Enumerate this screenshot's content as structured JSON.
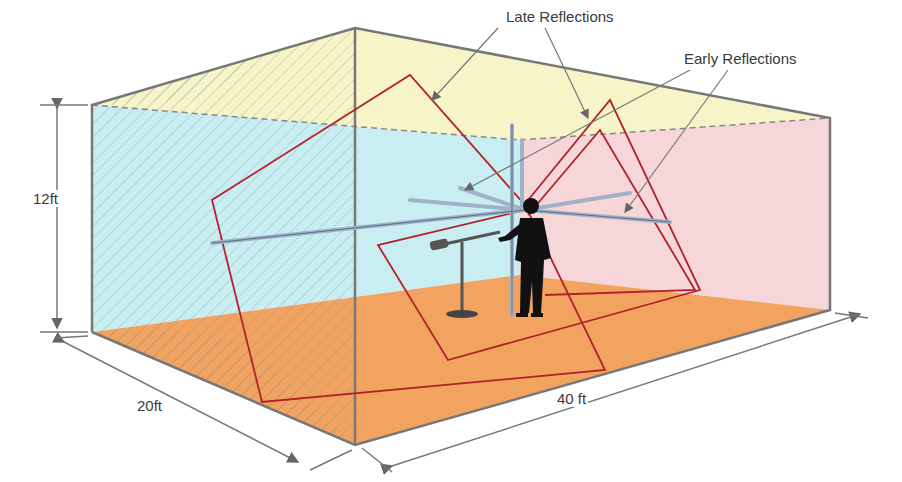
{
  "diagram": {
    "labels": [
      "Late Reflections",
      "Early Reflections",
      "12ft",
      "20ft",
      "40 ft"
    ]
  }
}
